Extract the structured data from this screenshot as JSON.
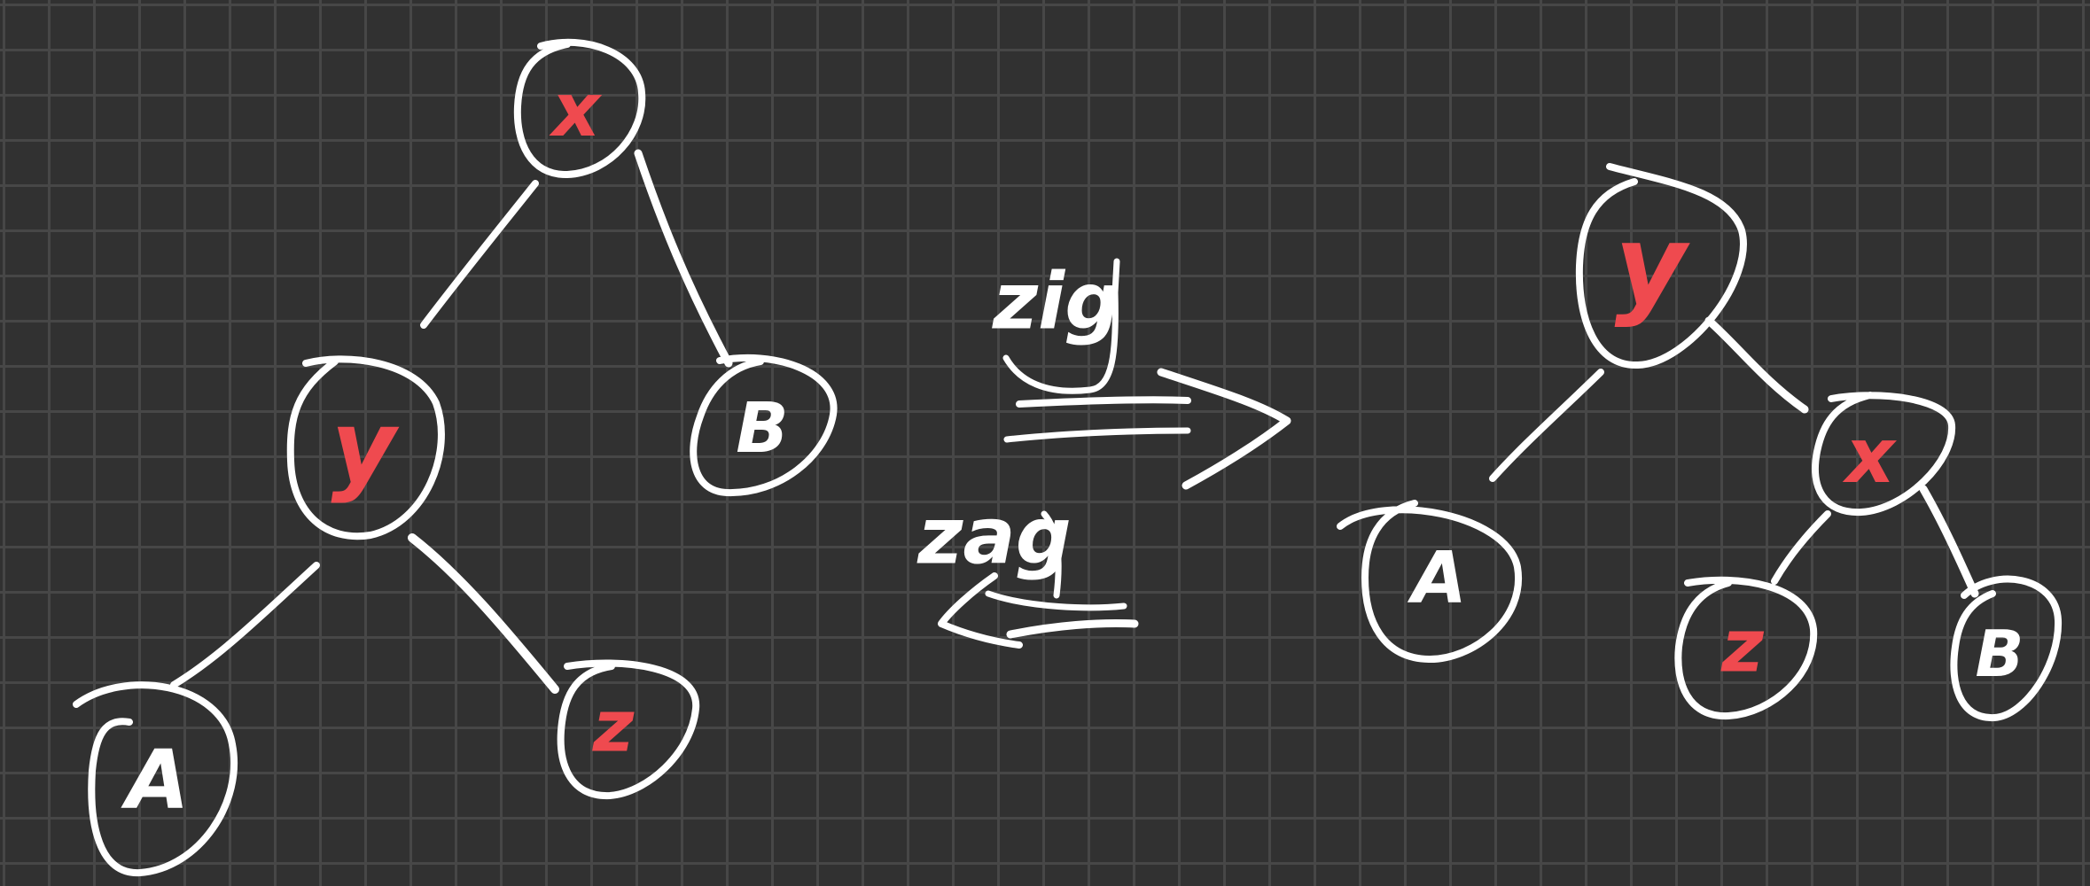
{
  "colors": {
    "background": "#313131",
    "grid": "#474747",
    "ink": "#ffffff",
    "accent": "#ef4a4f"
  },
  "left_tree": {
    "root": {
      "label": "x",
      "color": "#ef4a4f"
    },
    "left_child": {
      "label": "y",
      "color": "#ef4a4f"
    },
    "right_child": {
      "label": "B",
      "color": "#ffffff"
    },
    "left_grandchild": {
      "label": "A",
      "color": "#ffffff"
    },
    "right_grandchild": {
      "label": "z",
      "color": "#ef4a4f"
    }
  },
  "operations": {
    "forward": {
      "label": "zig",
      "direction": "right-arrow"
    },
    "backward": {
      "label": "zag",
      "direction": "left-arrow"
    }
  },
  "right_tree": {
    "root": {
      "label": "y",
      "color": "#ef4a4f"
    },
    "left_child": {
      "label": "A",
      "color": "#ffffff"
    },
    "right_child": {
      "label": "x",
      "color": "#ef4a4f"
    },
    "right_left_grandchild": {
      "label": "z",
      "color": "#ef4a4f"
    },
    "right_right_grandchild": {
      "label": "B",
      "color": "#ffffff"
    }
  }
}
